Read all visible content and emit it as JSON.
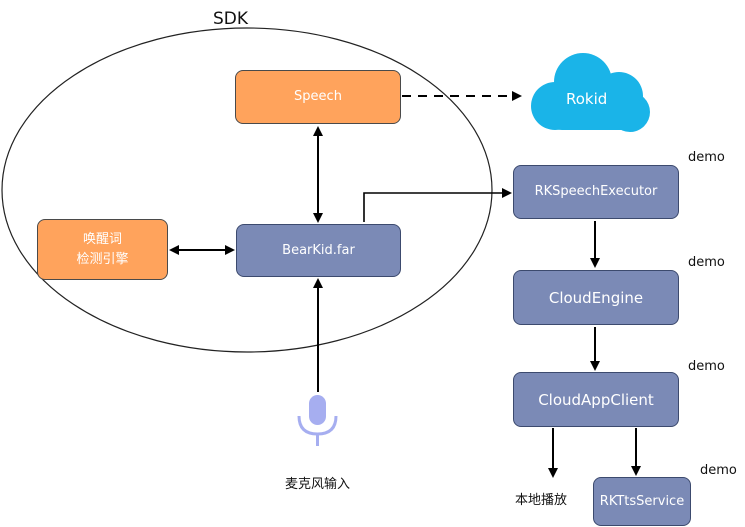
{
  "sdk_label": "SDK",
  "nodes": {
    "speech": "Speech",
    "rokid": "Rokid",
    "bearkid": "BearKid.far",
    "wake_engine_line1": "唤醒词",
    "wake_engine_line2": "检测引擎",
    "rk_speech_executor": "RKSpeechExecutor",
    "cloud_engine": "CloudEngine",
    "cloud_app_client": "CloudAppClient",
    "rk_tts_service": "RKTtsService",
    "local_playback": "本地播放",
    "mic_input": "麦克风输入"
  },
  "demo_labels": [
    "demo",
    "demo",
    "demo",
    "demo"
  ],
  "colors": {
    "orange_box": "#ffa35c",
    "blue_box": "#7b8ab6",
    "cloud": "#1ab4e8",
    "mic": "#a6aef0"
  },
  "icons": {
    "cloud": "cloud-icon",
    "mic": "microphone-icon"
  }
}
